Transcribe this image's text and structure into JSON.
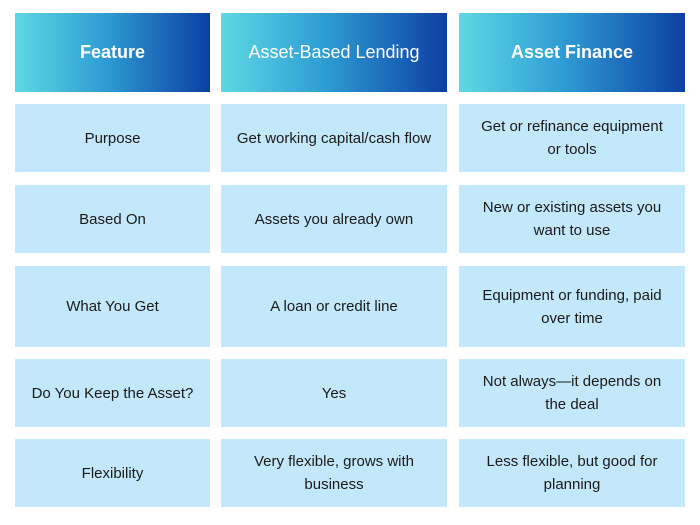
{
  "headers": [
    "Feature",
    "Asset-Based Lending",
    "Asset Finance"
  ],
  "rows": [
    [
      "Purpose",
      "Get working capital/cash flow",
      "Get or refinance equipment or tools"
    ],
    [
      "Based On",
      "Assets you already own",
      "New or existing assets you want to use"
    ],
    [
      "What You Get",
      "A loan or credit line",
      "Equipment or funding, paid over time"
    ],
    [
      "Do You Keep the Asset?",
      "Yes",
      "Not always—it depends on the deal"
    ],
    [
      "Flexibility",
      "Very flexible, grows with business",
      "Less flexible, but good for planning"
    ]
  ],
  "colors": {
    "header_gradient_start": "#5ed8e4",
    "header_gradient_end": "#0d3fa3",
    "cell_background": "#c3e8fb",
    "header_text": "#ffffff",
    "body_text": "#1a1a1a"
  }
}
